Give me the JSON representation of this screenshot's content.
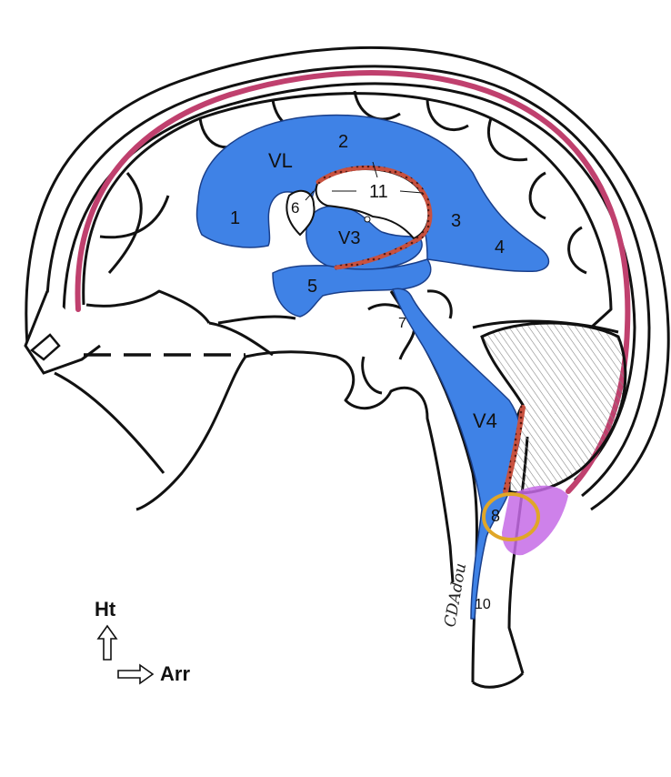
{
  "labels": {
    "l1": "1",
    "l2": "2",
    "l3": "3",
    "l4": "4",
    "l5": "5",
    "l6": "6",
    "l7": "7",
    "l8": "8",
    "l10": "10",
    "l11": "11",
    "vl": "VL",
    "v3": "V3",
    "v4": "V4"
  },
  "compass": {
    "up": "Ht",
    "right": "Arr"
  },
  "signature": "CDAdou",
  "colors": {
    "ventricle": "#3f82e6",
    "sinus": "#c0406e",
    "choroid": "#b0473a",
    "foramen_ring": "#e0a628",
    "cistern": "#c66be6",
    "outline": "#111111",
    "cerebellum_hatch": "#777777"
  }
}
